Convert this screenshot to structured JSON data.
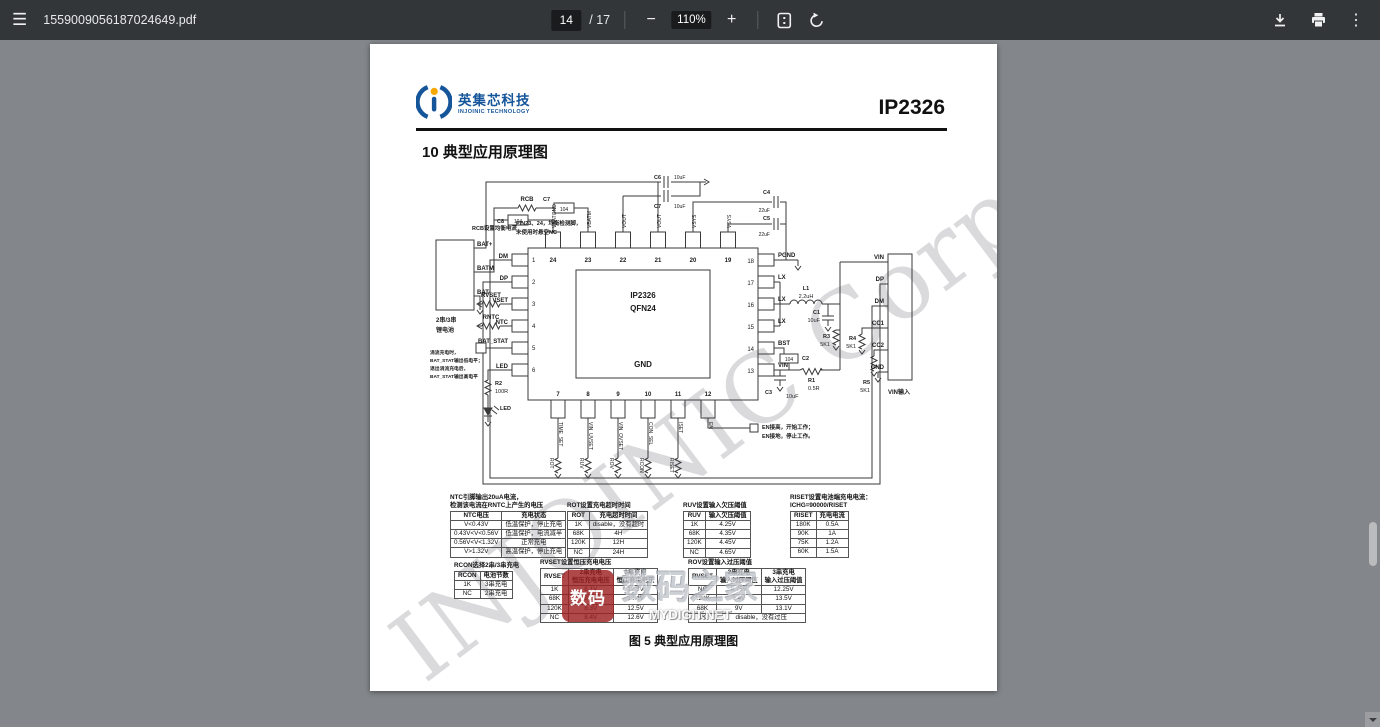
{
  "toolbar": {
    "filename": "1559009056187024649.pdf",
    "page_current": "14",
    "page_total": "/ 17",
    "zoom_level": "110%"
  },
  "icons": {
    "menu": "☰",
    "zoom_out": "−",
    "zoom_in": "+",
    "more": "⋮"
  },
  "page": {
    "brand_cn": "英集芯科技",
    "brand_en": "INJOINIC TECHNOLOGY",
    "part_number": "IP2326",
    "section_title": "10  典型应用原理图",
    "caption": "图 5  典型应用原理图",
    "watermark": "INJOINIC Corp.",
    "watermark2_sq": "数码",
    "watermark2_cn": "数码之家",
    "watermark2_en": "MYDIGIT.NET"
  },
  "schematic": {
    "battery": {
      "bat_plus": "BAT+",
      "batm": "BATM",
      "bat_minus": "BAT-",
      "note1": "2串/3串",
      "note2": "锂电池"
    },
    "rcb": "RCB",
    "rcb_note": "RCB设置均衡电流",
    "c7a": "C7",
    "c7a_v": "104",
    "c8": "C8",
    "c8_v": "104",
    "pin_note1": "PIN23、24，均衡检测脚，",
    "pin_note2": "未使用时悬空NC",
    "top_pins": [
      {
        "n": "24",
        "l": "VBATGND"
      },
      {
        "n": "23",
        "l": "VBATM"
      },
      {
        "n": "22",
        "l": "VOUT"
      },
      {
        "n": "21",
        "l": "VOUT"
      },
      {
        "n": "20",
        "l": "VSYS"
      },
      {
        "n": "19",
        "l": "VSYS"
      }
    ],
    "c6": "C6",
    "c6_v": "10uF",
    "c7b": "C7",
    "c7b_v": "10uF",
    "c4": "C4",
    "c4_v": "22uF",
    "c5": "C5",
    "c5_v": "22uF",
    "left_pins": [
      {
        "n": "1",
        "l": "DM"
      },
      {
        "n": "2",
        "l": "DP"
      },
      {
        "n": "3",
        "l": "VSET"
      },
      {
        "n": "4",
        "l": "NTC"
      },
      {
        "n": "5",
        "l": "BAT_STAT"
      },
      {
        "n": "6",
        "l": "LED"
      }
    ],
    "rvset": "RVSET",
    "rntc": "RNTC",
    "stat_note": [
      "涓流充电时，",
      "BAT_STAT输出低电平；",
      "退出涓流充电后，",
      "BAT_STAT输出高电平"
    ],
    "r2": "R2",
    "r2_v": "100R",
    "led": "LED",
    "chip_name": "IP2326",
    "chip_pkg": "QFN24",
    "chip_gnd": "GND",
    "bottom_pins": [
      {
        "n": "7",
        "l": "TIME_SET",
        "r": "ROT"
      },
      {
        "n": "8",
        "l": "VIN_UVSET",
        "r": "RUV"
      },
      {
        "n": "9",
        "l": "VIN_OVSET",
        "r": "ROV"
      },
      {
        "n": "10",
        "l": "CON_SEL",
        "r": "RCON"
      },
      {
        "n": "11",
        "l": "ISET",
        "r": "RISET"
      },
      {
        "n": "12",
        "l": "EN",
        "r": ""
      }
    ],
    "en_note1": "EN接高，开始工作；",
    "en_note2": "EN接地，停止工作。",
    "right_pins": [
      {
        "n": "18",
        "l": "PGND"
      },
      {
        "n": "17",
        "l": "LX"
      },
      {
        "n": "16",
        "l": "LX"
      },
      {
        "n": "15",
        "l": "LX"
      },
      {
        "n": "14",
        "l": "BST"
      },
      {
        "n": "13",
        "l": "VIN"
      }
    ],
    "l1": "L1",
    "l1_v": "2.2uH",
    "c1": "C1",
    "c1_v": "10uF",
    "c2": "C2",
    "c2_v": "104",
    "r1": "R1",
    "r1_v": "0.5R",
    "c3": "C3",
    "c3_v": "10uF",
    "r3": "R3",
    "r3_v": "5K1",
    "r4": "R4",
    "r4_v": "5K1",
    "r5": "R5",
    "r5_v": "5K1",
    "conn": [
      "VIN",
      "DP",
      "DM",
      "CC1",
      "CC2",
      "GND"
    ],
    "vin_in": "VIN输入"
  },
  "tables": [
    {
      "title": "NTC引脚输出20uA电流，\n检测该电流在RNTC上产生的电压",
      "headers": [
        "NTC电压",
        "充电状态"
      ],
      "rows": [
        [
          "V<0.43V",
          "低温保护，停止充电"
        ],
        [
          "0.43V<V<0.56V",
          "低温保护，电流减半"
        ],
        [
          "0.56V<V<1.32V",
          "正常充电"
        ],
        [
          "V>1.32V",
          "高温保护，停止充电"
        ]
      ]
    },
    {
      "title": "ROT设置充电超时时间",
      "headers": [
        "ROT",
        "充电超时时间"
      ],
      "rows": [
        [
          "1K",
          "disable，没有超时"
        ],
        [
          "68K",
          "4H"
        ],
        [
          "120K",
          "12H"
        ],
        [
          "NC",
          "24H"
        ]
      ]
    },
    {
      "title": "RUV设置输入欠压阈值",
      "headers": [
        "RUV",
        "输入欠压阈值"
      ],
      "rows": [
        [
          "1K",
          "4.25V"
        ],
        [
          "68K",
          "4.35V"
        ],
        [
          "120K",
          "4.45V"
        ],
        [
          "NC",
          "4.65V"
        ]
      ]
    },
    {
      "title": "RISET设置电池端充电电流：\nICHG=90000/RISET",
      "headers": [
        "RISET",
        "充电电流"
      ],
      "rows": [
        [
          "180K",
          "0.5A"
        ],
        [
          "90K",
          "1A"
        ],
        [
          "75K",
          "1.2A"
        ],
        [
          "60K",
          "1.5A"
        ]
      ]
    },
    {
      "title": "RCON选择2串/3串充电",
      "headers": [
        "RCON",
        "电池节数"
      ],
      "rows": [
        [
          "1K",
          "3串充电"
        ],
        [
          "NC",
          "2串充电"
        ]
      ]
    },
    {
      "title": "RVSET设置恒压充电电压",
      "headers": [
        "RVSET",
        "2串充电\n恒压充电电压",
        "3串充电\n恒压充电电压"
      ],
      "rows": [
        [
          "1K",
          "8.1V",
          "12.3V"
        ],
        [
          "68K",
          "8.2V",
          "12.4V"
        ],
        [
          "120K",
          "8.3V",
          "12.5V"
        ],
        [
          "NC",
          "8.4V",
          "12.6V"
        ]
      ]
    },
    {
      "title": "ROV设置输入过压阈值",
      "headers": [
        "RVSET",
        "2串充电\n输入过压阈值",
        "3串充电\n输入过压阈值"
      ],
      "rows": [
        [
          "NC",
          "8.75V",
          "12.25V"
        ],
        [
          "120K",
          "9.4V",
          "13.5V"
        ],
        [
          "68K",
          "9V",
          "13.1V"
        ],
        [
          "1K",
          "disable，没有过压"
        ]
      ]
    }
  ]
}
